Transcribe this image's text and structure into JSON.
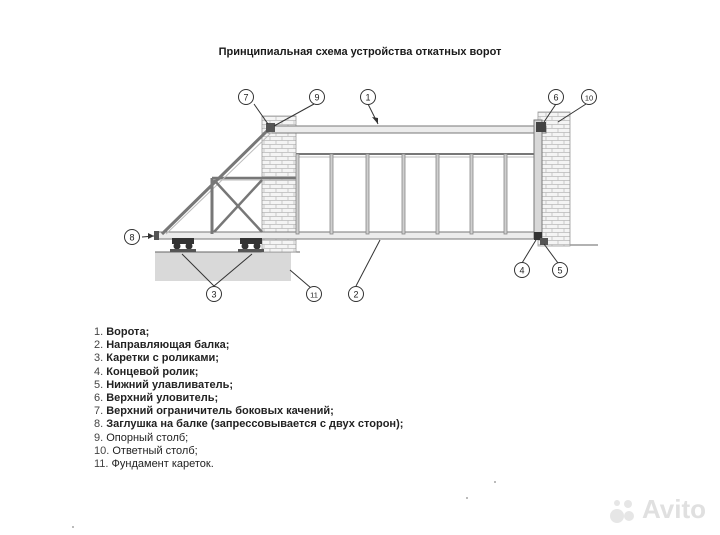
{
  "title": "Принципиальная схема устройства откатных ворот",
  "callouts": [
    "1",
    "2",
    "3",
    "4",
    "5",
    "6",
    "7",
    "8",
    "9",
    "10",
    "11"
  ],
  "legend": [
    {
      "num": "1.",
      "text": "Ворота;",
      "bold": true
    },
    {
      "num": "2.",
      "text": "Направляющая балка;",
      "bold": true
    },
    {
      "num": "3.",
      "text": "Каретки с роликами;",
      "bold": true
    },
    {
      "num": "4.",
      "text": "Концевой ролик;",
      "bold": true
    },
    {
      "num": "5.",
      "text": "Нижний улавливатель;",
      "bold": true
    },
    {
      "num": "6.",
      "text": "Верхний уловитель;",
      "bold": true
    },
    {
      "num": "7.",
      "text": "Верхний ограничитель боковых качений;",
      "bold": true
    },
    {
      "num": "8.",
      "text": "Заглушка на балке (запрессовывается с двух сторон);",
      "bold": true
    },
    {
      "num": "9.",
      "text": "Опорный столб;",
      "bold": false
    },
    {
      "num": "10.",
      "text": "Ответный столб;",
      "bold": false
    },
    {
      "num": "11.",
      "text": "Фундамент кареток.",
      "bold": false
    }
  ],
  "watermark": "Avito",
  "colors": {
    "frame": "#888888",
    "brick": "#f2f2f2",
    "foundation": "#d9d9d9",
    "line": "#333333"
  }
}
